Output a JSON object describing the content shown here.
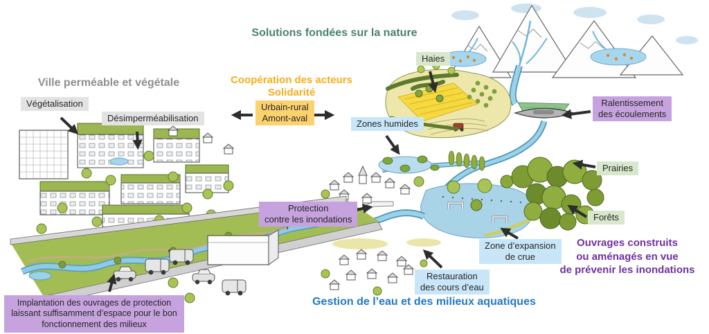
{
  "headings": {
    "nature": "Solutions fondées sur la nature",
    "ville": "Ville perméable et végétale",
    "cooperation": "Coopération des acteurs\nSolidarité",
    "ouvrages": "Ouvrages construits\nou aménagés en vue\nde prévenir les inondations",
    "gestion": "Gestion de l’eau et des milieux aquatiques"
  },
  "labels": {
    "vegetalisation": "Végétalisation",
    "desimpermeabilisation": "Désimperméabilisation",
    "urbain_rural": "Urbain-rural\nAmont-aval",
    "haies": "Haies",
    "zones_humides": "Zones humides",
    "ralentissement": "Ralentissement\ndes écoulements",
    "prairies": "Prairies",
    "forets": "Forêts",
    "protection": "Protection\ncontre les inondations",
    "zone_expansion": "Zone d’expansion\nde crue",
    "restauration": "Restauration\ndes cours d’eau",
    "implantation": "Implantation des ouvrages de protection\nlaissant suffisamment d’espace pour le bon\nfonctionnement des milieux"
  },
  "colors": {
    "heading_green": "#4a8173",
    "heading_gray": "#8f8f8f",
    "heading_orange": "#f5ae19",
    "heading_purple": "#7030a0",
    "heading_blue": "#2079c7",
    "box_green": "#d9e8cd",
    "box_blue": "#c8e6f8",
    "box_purple": "#c6a3de",
    "box_yellow": "#fcd26e",
    "box_gray": "#e3e3e3",
    "arrow_black": "#2d2d2d"
  }
}
